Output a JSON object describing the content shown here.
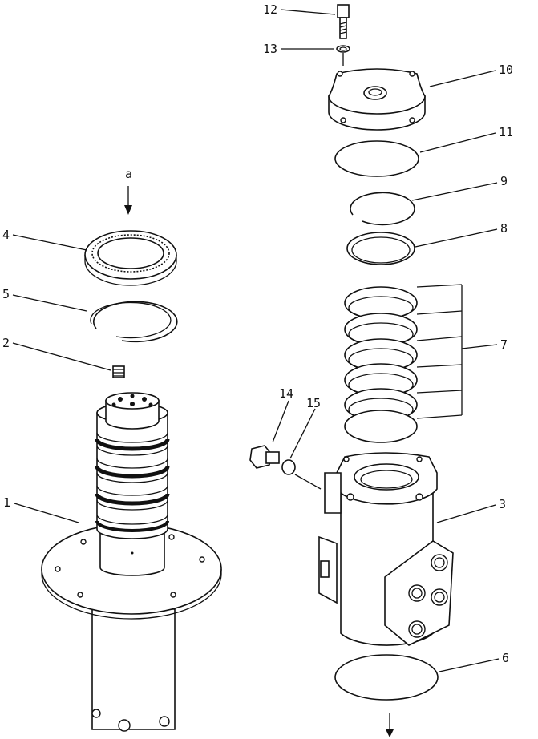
{
  "diagram": {
    "view_marker": "a",
    "callouts": [
      "1",
      "2",
      "3",
      "4",
      "5",
      "6",
      "7",
      "8",
      "9",
      "10",
      "11",
      "12",
      "13",
      "14",
      "15"
    ]
  }
}
